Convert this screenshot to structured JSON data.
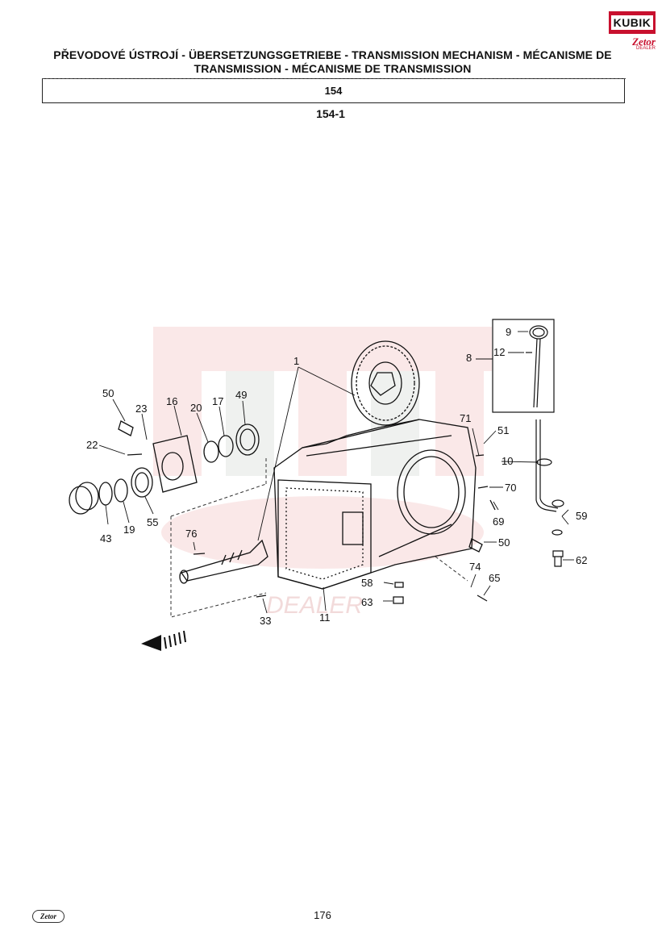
{
  "header": {
    "title": "PŘEVODOVÉ ÚSTROJÍ - ÜBERSETZUNGSGETRIEBE - TRANSMISSION MECHANISM - MÉCANISME DE TRANSMISSION - MÉCANISME DE TRANSMISSION",
    "section": "154",
    "subsection": "154-1"
  },
  "logo": {
    "brand": "KUBIK",
    "sub": "Zetor",
    "dealer": "DEALER",
    "color": "#c8102e"
  },
  "watermark": {
    "dealer": "DEALER",
    "color": "#f2c8c8"
  },
  "parts": {
    "p1": "1",
    "p8": "8",
    "p9": "9",
    "p10": "10",
    "p11": "11",
    "p12": "12",
    "p16": "16",
    "p17": "17",
    "p19": "19",
    "p20": "20",
    "p22": "22",
    "p23": "23",
    "p33": "33",
    "p43": "43",
    "p49": "49",
    "p50a": "50",
    "p50b": "50",
    "p51": "51",
    "p55": "55",
    "p58": "58",
    "p59": "59",
    "p62": "62",
    "p63": "63",
    "p65": "65",
    "p69": "69",
    "p70": "70",
    "p71": "71",
    "p74": "74",
    "p76": "76"
  },
  "footer": {
    "page": "176",
    "logo": "Zetor"
  }
}
